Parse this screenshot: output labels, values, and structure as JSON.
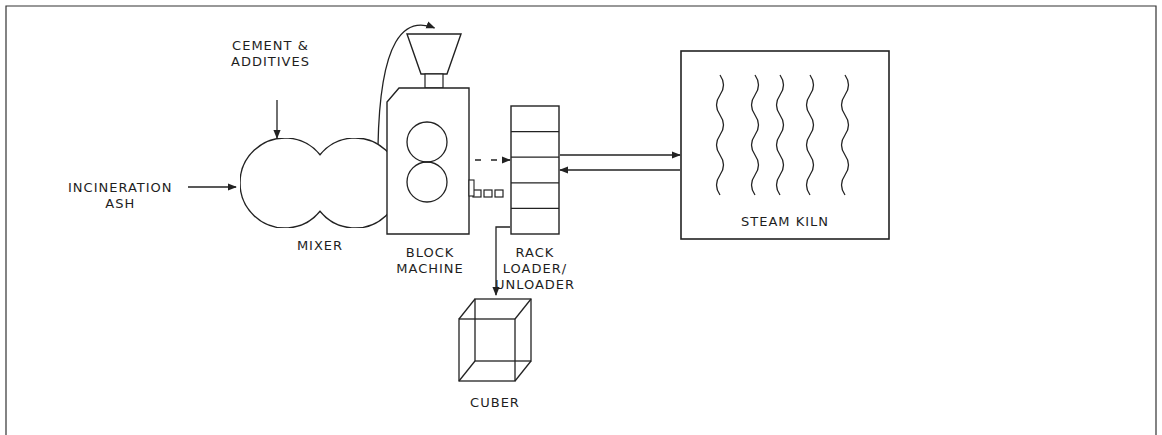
{
  "diagram": {
    "nodes": [
      {
        "text": [
          "MIXER"
        ]
      },
      {
        "text": [
          "BLOCK MACHINE"
        ]
      },
      {
        "text": [
          "RACK LOADER/ UNLOADER"
        ]
      },
      {
        "text": [
          "STEAM KILN"
        ]
      },
      {
        "text": [
          "CUBER"
        ]
      }
    ],
    "edges": [
      {
        "from": 0,
        "to": 1,
        "arrow": "to"
      },
      {
        "from": 1,
        "to": 2,
        "arrow": "to"
      },
      {
        "from": 2,
        "to": 3,
        "arrow": "to"
      },
      {
        "from": 3,
        "to": 2,
        "arrow": "to"
      },
      {
        "from": 2,
        "to": 4,
        "arrow": "to"
      }
    ],
    "labels": [
      "INCINERATION ASH",
      "CEMENT & ADDITIVES"
    ]
  }
}
